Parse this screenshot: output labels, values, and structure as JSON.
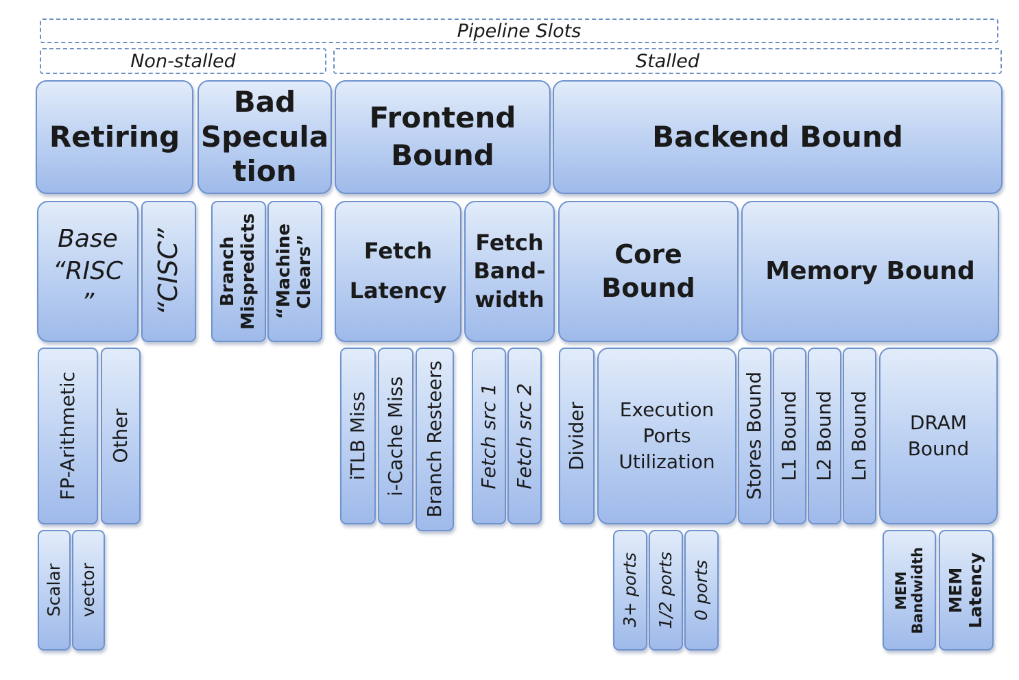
{
  "header": {
    "pipeline_slots": "Pipeline Slots",
    "non_stalled": "Non-stalled",
    "stalled": "Stalled"
  },
  "level1": {
    "retiring": "Retiring",
    "bad_speculation": "Bad\nSpecula\ntion",
    "frontend_bound": "Frontend\nBound",
    "backend_bound": "Backend Bound"
  },
  "level2": {
    "base": "Base\n“RISC\n”",
    "cisc": "“CISC”",
    "branch_mispredicts": "Branch\nMispredicts",
    "machine_clears": "“Machine\nClears”",
    "fetch_latency": "Fetch\nLatency",
    "fetch_bandwidth": "Fetch\nBand-\nwidth",
    "core_bound": "Core\nBound",
    "memory_bound": "Memory Bound"
  },
  "level3": {
    "fp_arithmetic": "FP-Arithmetic",
    "other": "Other",
    "itlb_miss": "iTLB Miss",
    "icache_miss": "i-Cache Miss",
    "branch_resteers": "Branch Resteers",
    "fetch_src1": "Fetch src 1",
    "fetch_src2": "Fetch src 2",
    "divider": "Divider",
    "execution_ports": "Execution\nPorts\nUtilization",
    "stores_bound": "Stores Bound",
    "l1_bound": "L1 Bound",
    "l2_bound": "L2 Bound",
    "ln_bound": "Ln Bound",
    "dram_bound": "DRAM\nBound"
  },
  "level4": {
    "scalar": "Scalar",
    "vector": "vector",
    "ports_3plus": "3+ ports",
    "ports_half": "1/2 ports",
    "ports_0": "0 ports",
    "mem_bandwidth": "MEM\nBandwidth",
    "mem_latency": "MEM\nLatency"
  }
}
